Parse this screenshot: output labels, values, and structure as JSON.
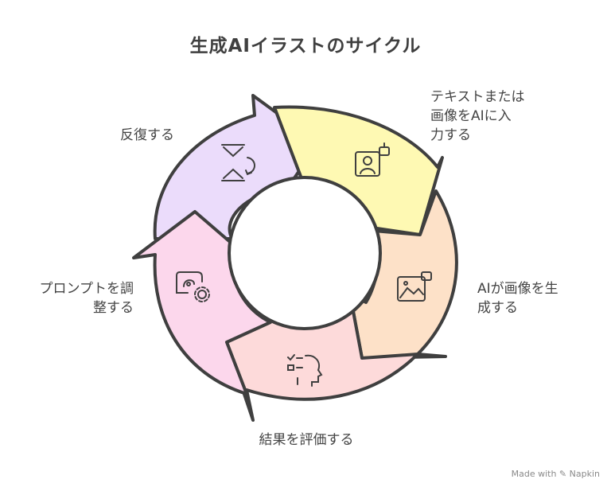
{
  "title": "生成AIイラストのサイクル",
  "steps": [
    {
      "id": "input",
      "lines": [
        "テキストまたは",
        "画像をAIに入",
        "力する"
      ],
      "color": "#fef9b3",
      "icon": "ai-portrait-icon"
    },
    {
      "id": "generate",
      "lines": [
        "AIが画像を生",
        "成する"
      ],
      "color": "#fde1c8",
      "icon": "ai-landscape-image-icon"
    },
    {
      "id": "evaluate",
      "lines": [
        "結果を評価する"
      ],
      "color": "#fddada",
      "icon": "checklist-head-icon"
    },
    {
      "id": "adjust",
      "lines": [
        "プロンプトを調",
        "整する"
      ],
      "color": "#fcd7ec",
      "icon": "face-gear-icon"
    },
    {
      "id": "repeat",
      "lines": [
        "反復する"
      ],
      "color": "#ebdcfb",
      "icon": "hourglass-cycle-icon"
    }
  ],
  "watermark": "Made with ✎ Napkin"
}
